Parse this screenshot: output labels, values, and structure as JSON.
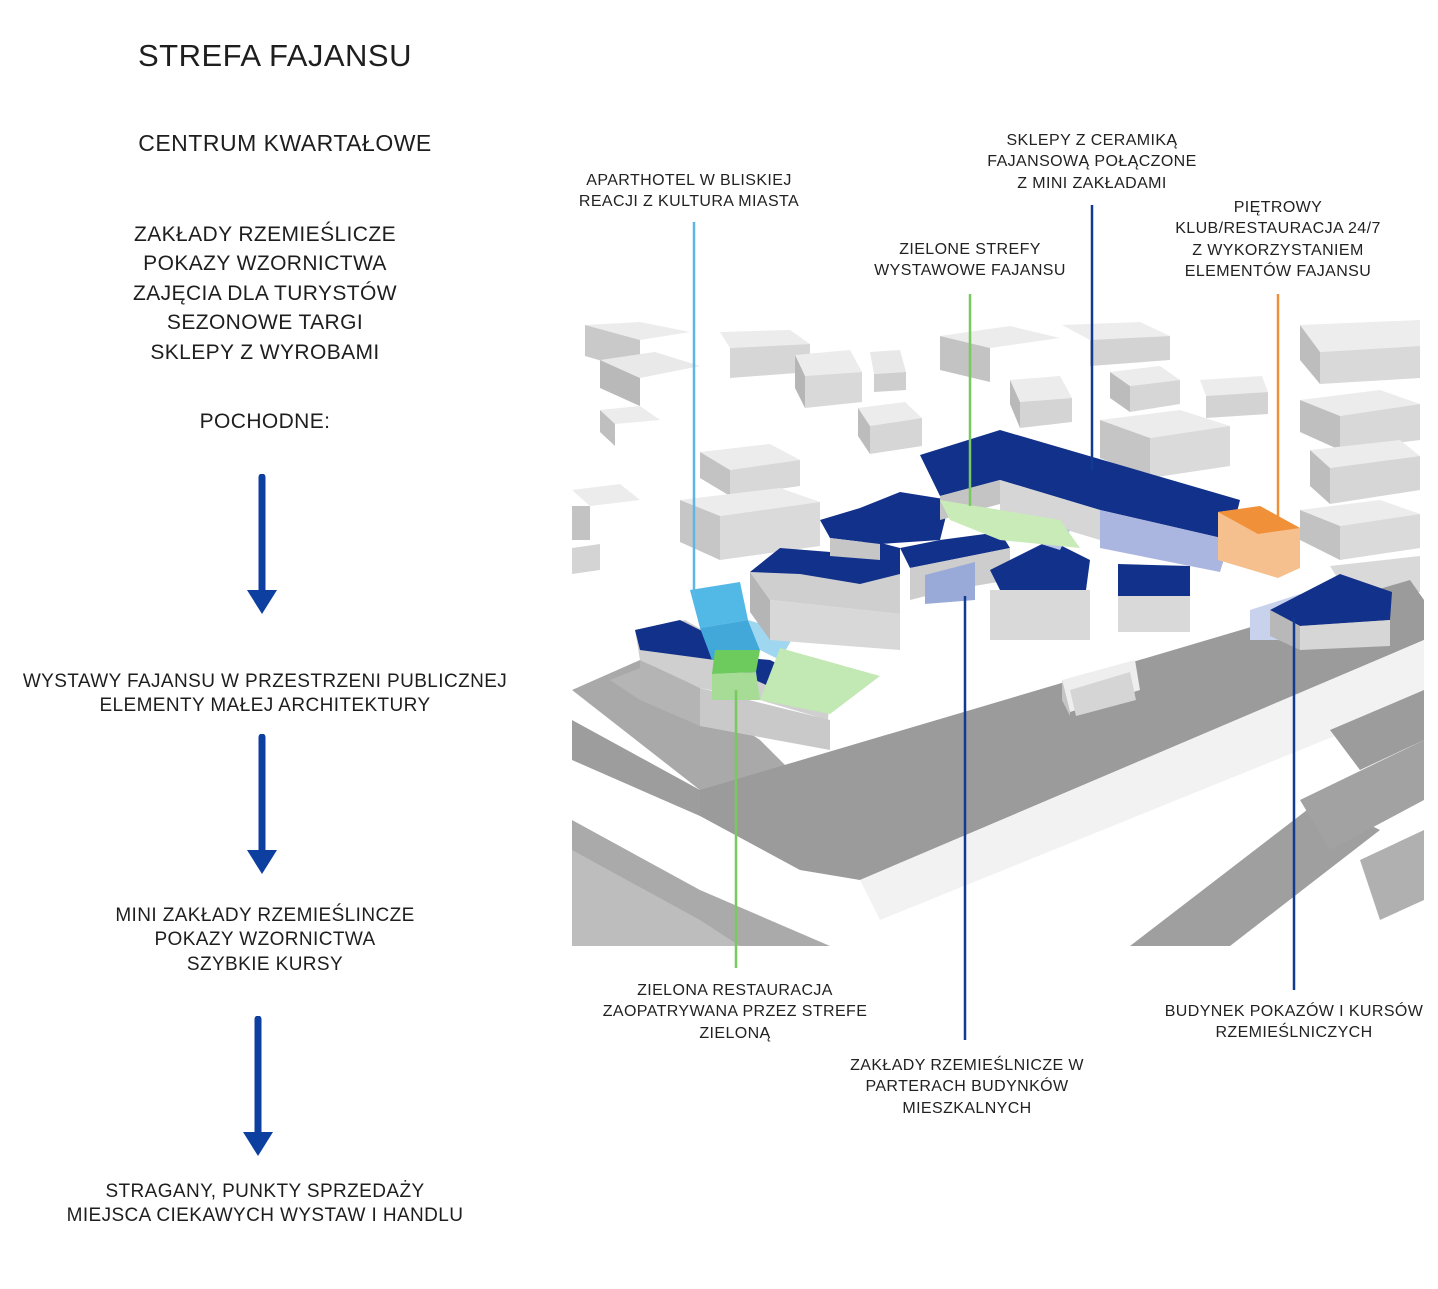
{
  "title": "STREFA FAJANSU",
  "subtitle": "CENTRUM KWARTAŁOWE",
  "functions": [
    "ZAKŁADY RZEMIEŚLICZE",
    "POKAZY WZORNICTWA",
    "ZAJĘCIA DLA TURYSTÓW",
    "SEZONOWE TARGI",
    "SKLEPY Z WYROBAMI"
  ],
  "derived_label": "POCHODNE:",
  "level2": [
    "WYSTAWY FAJANSU W PRZESTRZENI PUBLICZNEJ",
    "ELEMENTY MAŁEJ ARCHITEKTURY"
  ],
  "level3": [
    "MINI ZAKŁADY RZEMIEŚLINCZE",
    "POKAZY WZORNICTWA",
    "SZYBKIE KURSY"
  ],
  "level4": [
    "STRAGANY, PUNKTY SPRZEDAŻY",
    "MIEJSCA CIEKAWYCH WYSTAW I HANDLU"
  ],
  "colors": {
    "dark_blue": "#12318a",
    "arrow_blue": "#0d3fa0",
    "light_blue": "#52b8e6",
    "green": "#7ed06a",
    "orange": "#f0913a",
    "building_gray": "#e6e6e6",
    "shadow_gray": "#a6a6a6"
  },
  "annotations": {
    "aparthotel": [
      "APARTHOTEL W BLISKIEJ",
      "REACJI Z KULTURA MIASTA"
    ],
    "green_zones": [
      "ZIELONE STREFY",
      "WYSTAWOWE FAJANSU"
    ],
    "ceramics_shops": [
      "SKLEPY Z CERAMIKĄ",
      "FAJANSOWĄ POŁĄCZONE",
      "Z MINI ZAKŁADAMI"
    ],
    "club": [
      "PIĘTROWY",
      "KLUB/RESTAURACJA 24/7",
      "Z WYKORZYSTANIEM",
      "ELEMENTÓW FAJANSU"
    ],
    "green_restaurant": [
      "ZIELONA RESTAURACJA",
      "ZAOPATRYWANA PRZEZ STREFE",
      "ZIELONĄ"
    ],
    "workshops": [
      "ZAKŁADY RZEMIEŚLNICZE W",
      "PARTERACH BUDYNKÓW",
      "MIESZKALNYCH"
    ],
    "courses_building": [
      "BUDYNEK POKAZÓW I KURSÓW",
      "RZEMIEŚLNICZYCH"
    ]
  }
}
